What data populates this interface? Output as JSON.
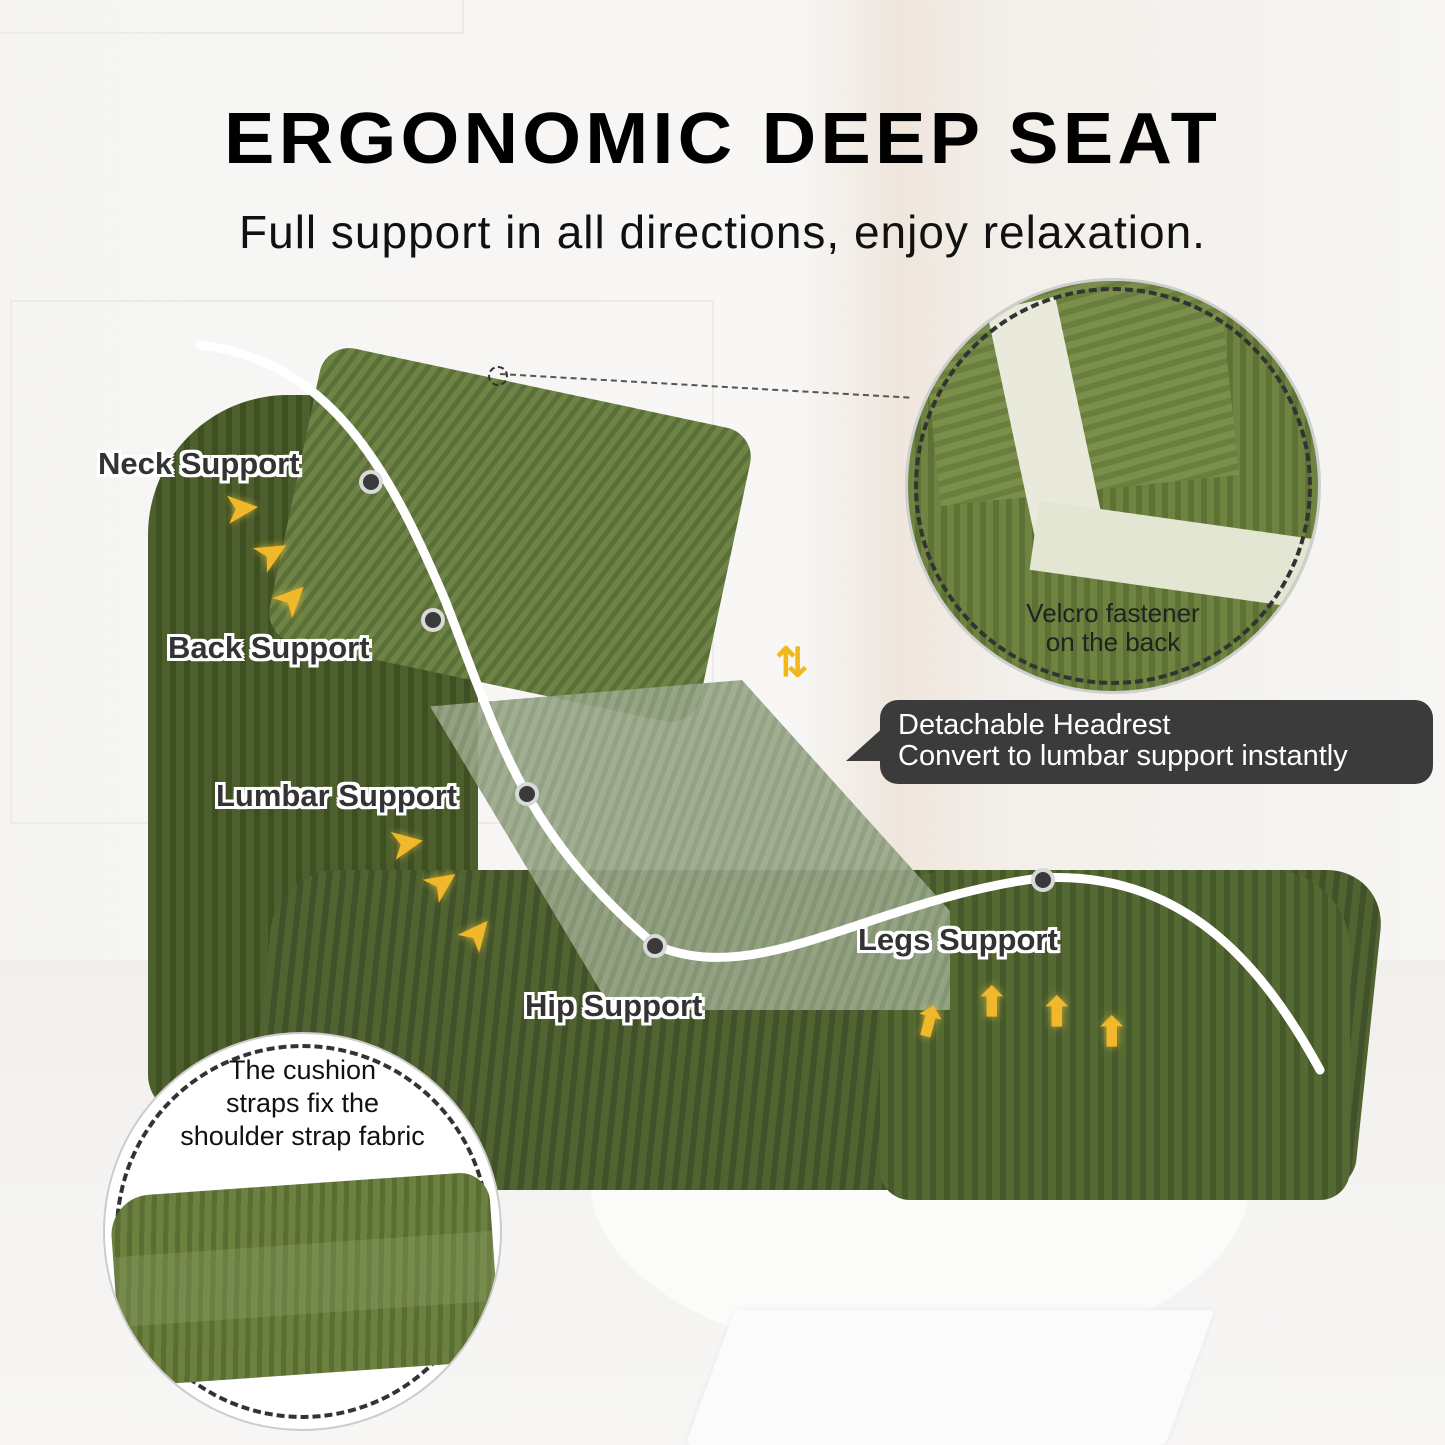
{
  "header": {
    "title": "ERGONOMIC DEEP SEAT",
    "subtitle": "Full support in all directions, enjoy relaxation."
  },
  "support_labels": [
    {
      "label": "Neck Support"
    },
    {
      "label": "Back Support"
    },
    {
      "label": "Lumbar Support"
    },
    {
      "label": "Hip Support"
    },
    {
      "label": "Legs Support"
    }
  ],
  "callouts": {
    "headrest": {
      "line1": "Detachable Headrest",
      "line2": "Convert to lumbar support instantly"
    },
    "velcro": {
      "line1": "Velcro fastener",
      "line2": "on the back"
    },
    "cushion": {
      "line1": "The cushion",
      "line2": "straps fix the",
      "line3": "shoulder strap fabric"
    }
  },
  "icons": {
    "swap": "⇅",
    "arrow_right": "➤",
    "arrow_up": "⬆"
  },
  "colors": {
    "fabric_green": "#4d5f2c",
    "arrow_gold": "#f0b82a",
    "callout_bg": "#3b3b3b",
    "label_text": "#333333"
  }
}
